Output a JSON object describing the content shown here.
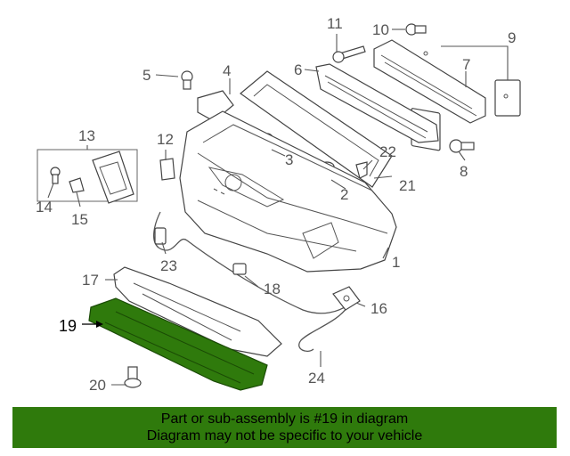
{
  "callouts": {
    "c1": "1",
    "c2a": "2",
    "c2b": "2",
    "c3": "3",
    "c4": "4",
    "c5": "5",
    "c6": "6",
    "c7": "7",
    "c8": "8",
    "c9": "9",
    "c10": "10",
    "c11": "11",
    "c12": "12",
    "c13": "13",
    "c14": "14",
    "c15": "15",
    "c16": "16",
    "c17": "17",
    "c18": "18",
    "c19": "19",
    "c20": "20",
    "c21": "21",
    "c22": "22",
    "c23": "23",
    "c24": "24"
  },
  "highlight_color": "#2f7a0c",
  "banner": {
    "line1": "Part or sub-assembly is #19 in diagram",
    "line2": "Diagram may not be specific to your vehicle"
  }
}
